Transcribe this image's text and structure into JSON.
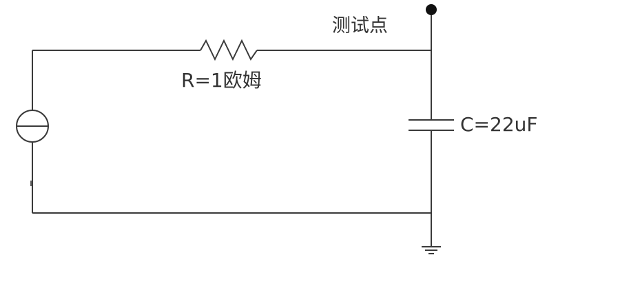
{
  "labels": {
    "test_point": "测试点",
    "resistor": "R=1欧姆",
    "capacitor": "C=22uF"
  }
}
